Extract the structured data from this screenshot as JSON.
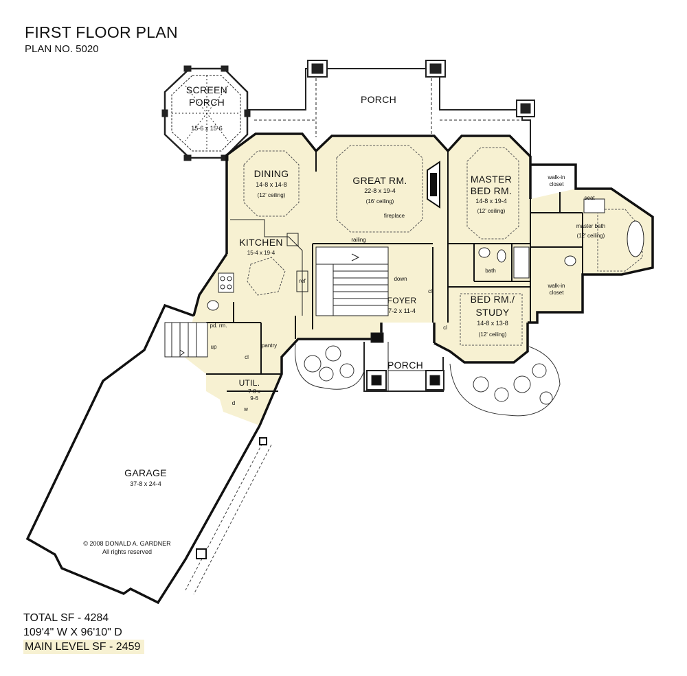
{
  "header": {
    "title": "FIRST FLOOR PLAN",
    "plan_no": "PLAN NO. 5020"
  },
  "rooms": {
    "screen_porch": {
      "name1": "SCREEN",
      "name2": "PORCH",
      "dims": "15-6 x 15-6"
    },
    "porch_top": {
      "name": "PORCH"
    },
    "dining": {
      "name": "DINING",
      "dims": "14-8 x 14-8",
      "ceiling": "(12' ceiling)"
    },
    "great_rm": {
      "name": "GREAT RM.",
      "dims": "22-8 x 19-4",
      "ceiling": "(16' ceiling)",
      "fireplace": "fireplace"
    },
    "master_bed": {
      "name1": "MASTER",
      "name2": "BED RM.",
      "dims": "14-8 x 19-4",
      "ceiling": "(12' ceiling)"
    },
    "walkin_top": {
      "l1": "walk-in",
      "l2": "closet"
    },
    "seat": {
      "label": "seat"
    },
    "master_bath": {
      "name": "master bath",
      "ceiling": "(12' ceiling)"
    },
    "kitchen": {
      "name": "KITCHEN",
      "dims": "15-4 x 19-4"
    },
    "railing": {
      "label": "railing"
    },
    "ref": {
      "label": "ref"
    },
    "down": {
      "label": "down"
    },
    "bath": {
      "label": "bath"
    },
    "walkin_bot": {
      "l1": "walk-in",
      "l2": "closet"
    },
    "cl1": {
      "label": "cl"
    },
    "cl2": {
      "label": "cl"
    },
    "cl3": {
      "label": "cl"
    },
    "foyer": {
      "name": "FOYER",
      "dims": "7-2 x 11-4"
    },
    "bed_study": {
      "name1": "BED RM./",
      "name2": "STUDY",
      "dims": "14-8 x 13-8",
      "ceiling": "(12' ceiling)"
    },
    "pd_rm": {
      "label": "pd. rm."
    },
    "pantry": {
      "label": "pantry"
    },
    "up": {
      "label": "up"
    },
    "util": {
      "name": "UTIL.",
      "dims1": "7-8 x",
      "dims2": "9-6"
    },
    "d": {
      "label": "d"
    },
    "w": {
      "label": "w"
    },
    "porch_front": {
      "name": "PORCH"
    },
    "garage": {
      "name": "GARAGE",
      "dims": "37-8 x 24-4"
    }
  },
  "copyright": {
    "line1": "© 2008 DONALD A. GARDNER",
    "line2": "All rights reserved"
  },
  "stats": {
    "total_sf": "TOTAL SF - 4284",
    "dimensions": "109'4\" W X 96'10\" D",
    "main_level_sf": "MAIN LEVEL SF - 2459"
  },
  "colors": {
    "floor": "#f7f1d2",
    "wall": "#111111",
    "highlight": "#f7f1d2"
  }
}
